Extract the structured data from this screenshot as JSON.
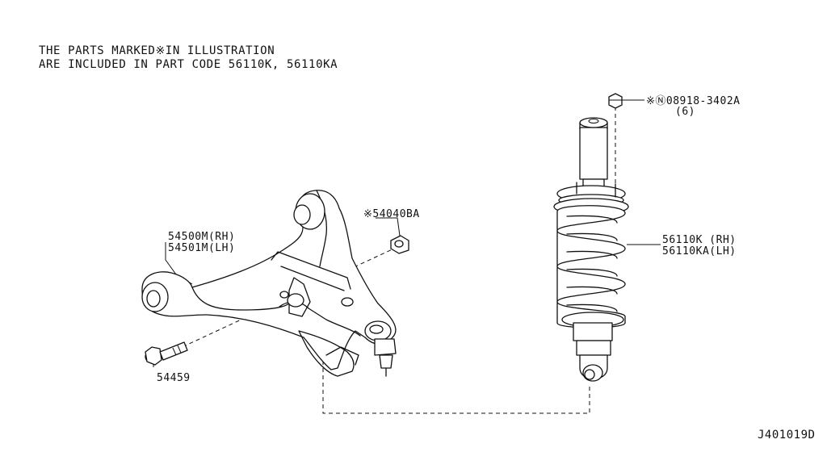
{
  "note": {
    "line1": "THE PARTS MARKED※IN ILLUSTRATION",
    "line2": "ARE INCLUDED IN PART CODE 56110K, 56110KA"
  },
  "labels": {
    "nut_top_code": "※Ⓝ08918-3402A",
    "nut_top_qty": "(6)",
    "nut_arm": "※54040BA",
    "arm_rh": "54500M(RH)",
    "arm_lh": "54501M(LH)",
    "bolt": "54459",
    "shock_rh": "56110K (RH)",
    "shock_lh": "56110KA(LH)",
    "diagram_id": "J401019D"
  }
}
